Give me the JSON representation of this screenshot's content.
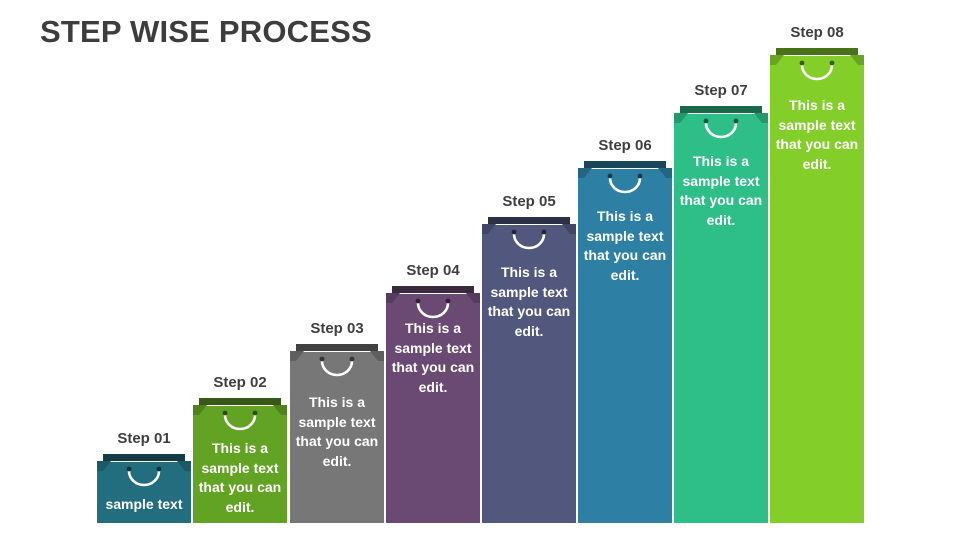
{
  "title": "STEP WISE PROCESS",
  "steps": [
    {
      "label": "Step 01",
      "text": "sample text",
      "color": "#236e7e"
    },
    {
      "label": "Step 02",
      "text": "This is a sample text that you can edit.",
      "color": "#62a323"
    },
    {
      "label": "Step 03",
      "text": "This is a sample text that you can edit.",
      "color": "#777777"
    },
    {
      "label": "Step 04",
      "text": "This is a sample text that you can edit.",
      "color": "#6a4a73"
    },
    {
      "label": "Step 05",
      "text": "This is a sample text that you can edit.",
      "color": "#52577d"
    },
    {
      "label": "Step 06",
      "text": "This is a sample text that you can edit.",
      "color": "#2d80a3"
    },
    {
      "label": "Step 07",
      "text": "This is a sample text that you can edit.",
      "color": "#2ebe87"
    },
    {
      "label": "Step 08",
      "text": "This is a sample text that you can edit.",
      "color": "#84ce2a"
    }
  ]
}
